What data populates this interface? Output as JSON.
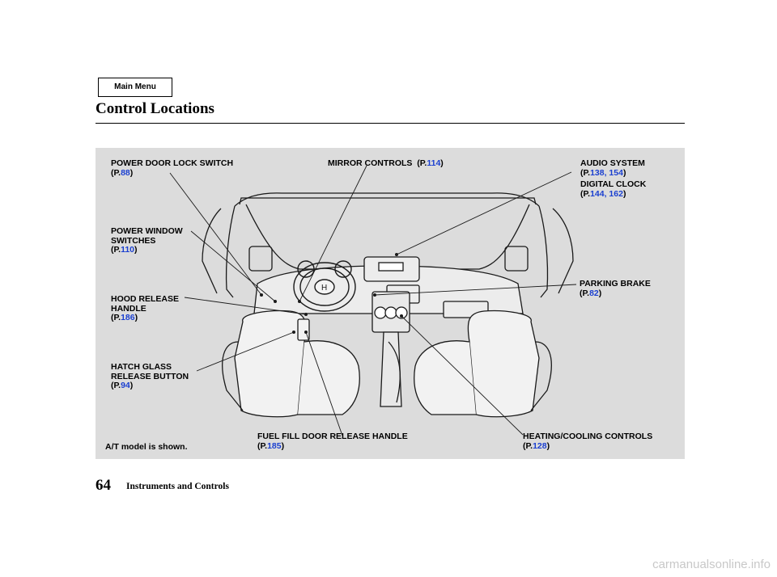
{
  "header": {
    "main_menu": "Main Menu",
    "title": "Control Locations"
  },
  "callouts": {
    "power_door_lock": {
      "name": "POWER DOOR LOCK SWITCH",
      "pages": [
        "88"
      ]
    },
    "power_window": {
      "name_lines": [
        "POWER WINDOW",
        "SWITCHES"
      ],
      "pages": [
        "110"
      ]
    },
    "hood_release": {
      "name_lines": [
        "HOOD RELEASE",
        "HANDLE"
      ],
      "pages": [
        "186"
      ]
    },
    "hatch_glass": {
      "name_lines": [
        "HATCH GLASS",
        "RELEASE BUTTON"
      ],
      "pages": [
        "94"
      ]
    },
    "mirror_controls": {
      "name": "MIRROR CONTROLS",
      "pages": [
        "114"
      ]
    },
    "audio_system": {
      "name": "AUDIO SYSTEM",
      "pages": [
        "138, 154"
      ]
    },
    "digital_clock": {
      "name": "DIGITAL CLOCK",
      "pages": [
        "144, 162"
      ]
    },
    "parking_brake": {
      "name": "PARKING BRAKE",
      "pages": [
        "82"
      ]
    },
    "fuel_fill": {
      "name": "FUEL FILL DOOR RELEASE HANDLE",
      "pages": [
        "185"
      ]
    },
    "heating_cooling": {
      "name": "HEATING/COOLING CONTROLS",
      "pages": [
        "128"
      ]
    }
  },
  "ref_prefix": "(P.",
  "ref_suffix": ")",
  "note": "A/T model is shown.",
  "footer": {
    "page_number": "64",
    "section": "Instruments and Controls"
  },
  "watermark": "carmanualsonline.info"
}
